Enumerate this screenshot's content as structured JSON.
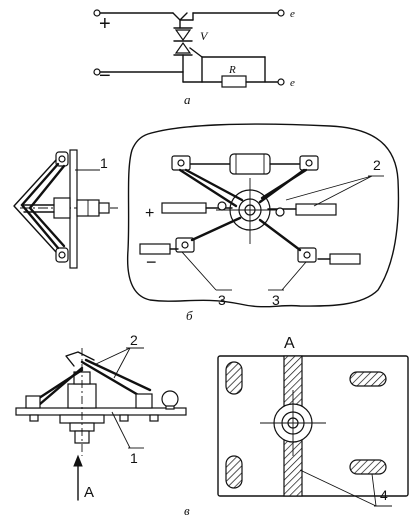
{
  "panel_a": {
    "plus": "+",
    "minus": "−",
    "term_top": "e",
    "term_bottom": "e",
    "label_V": "V",
    "label_R": "R",
    "caption": "а"
  },
  "panel_b": {
    "callout_1": "1",
    "callout_2": "2",
    "callout_3a": "3",
    "callout_3b": "3",
    "plus": "+",
    "minus": "−",
    "caption": "б"
  },
  "panel_v": {
    "callout_2": "2",
    "callout_1": "1",
    "arrow_label": "A",
    "view_label": "A",
    "callout_4": "4",
    "caption": "в"
  }
}
